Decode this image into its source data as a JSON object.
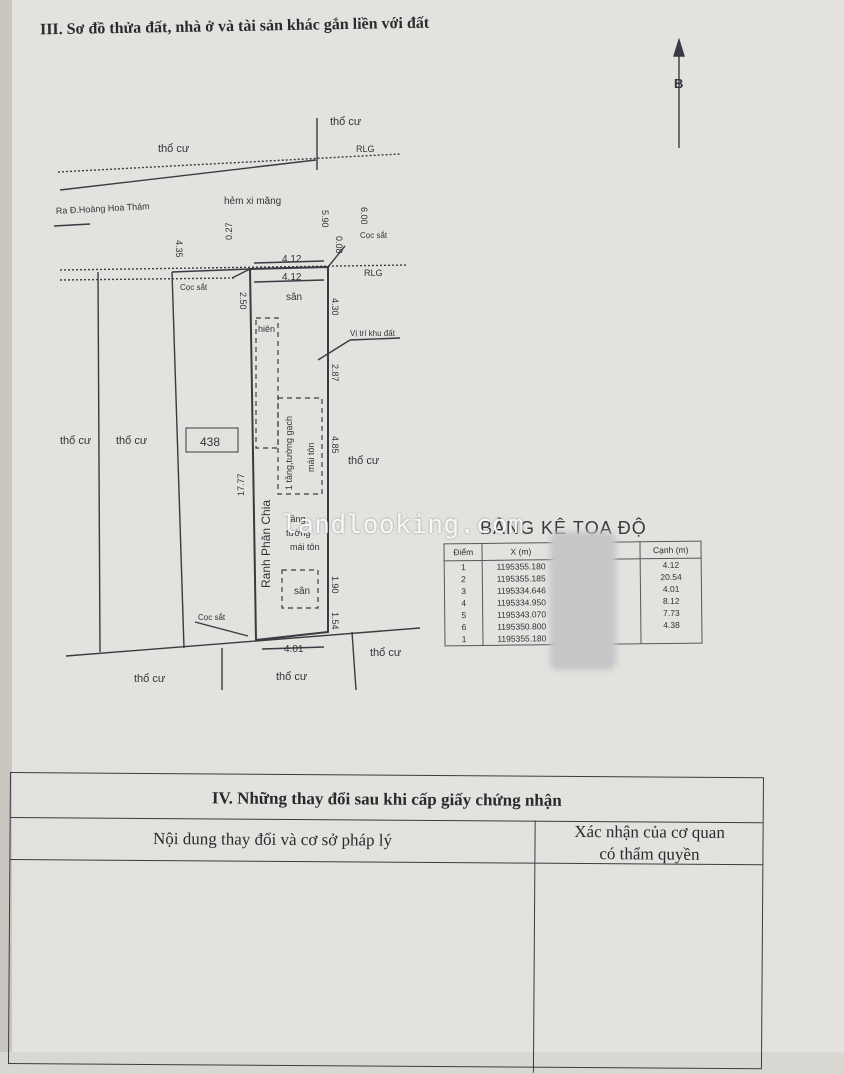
{
  "section3": {
    "title": "III. Sơ đồ thửa đất, nhà ở và tài sản khác gắn liền với đất"
  },
  "map": {
    "north_label": "B",
    "labels": {
      "tho_cu": "thổ cư",
      "rlg": "RLG",
      "road": "Ra Đ.Hoàng Hoa Thám",
      "alley": "hẻm xi măng",
      "stake": "Cọc sắt",
      "yard": "sân",
      "porch": "hiên",
      "location": "Vị trí khu đất",
      "parcel_no": "438",
      "boundary": "Ranh Phân Chia",
      "house1": "1 tầng,tường gạch",
      "roof": "mái tôn",
      "house2_a": "tầng",
      "house2_b": "tường"
    },
    "dims": {
      "d412a": "4.12",
      "d412b": "4.12",
      "d027": "0.27",
      "d435": "4.35",
      "d590": "5.90",
      "d600": "6.00",
      "d008": "0.08",
      "d250": "2.50",
      "d430": "4.30",
      "d287": "2.87",
      "d485": "4.85",
      "d1777": "17.77",
      "d190": "1.90",
      "d154": "1.54",
      "d401": "4.01"
    }
  },
  "coord_table": {
    "title": "BẢNG KÊ TỌA ĐỘ",
    "headers": [
      "Điểm",
      "X (m)",
      "Cạnh (m)"
    ],
    "rows": [
      {
        "p": "1",
        "x": "1195355.180",
        "c": "4.12"
      },
      {
        "p": "2",
        "x": "1195355.185",
        "c": "20.54"
      },
      {
        "p": "3",
        "x": "1195334.646",
        "c": "4.01"
      },
      {
        "p": "4",
        "x": "1195334.950",
        "c": "8.12"
      },
      {
        "p": "5",
        "x": "1195343.070",
        "c": "7.73"
      },
      {
        "p": "6",
        "x": "1195350.800",
        "c": "4.38"
      },
      {
        "p": "1",
        "x": "1195355.180",
        "c": ""
      }
    ]
  },
  "watermark": "landlooking.com",
  "section4": {
    "title": "IV. Những thay đổi sau khi cấp giấy chứng nhận",
    "col1": "Nội dung thay đổi và cơ sở pháp lý",
    "col2_line1": "Xác nhận của cơ quan",
    "col2_line2": "có thẩm quyền"
  }
}
